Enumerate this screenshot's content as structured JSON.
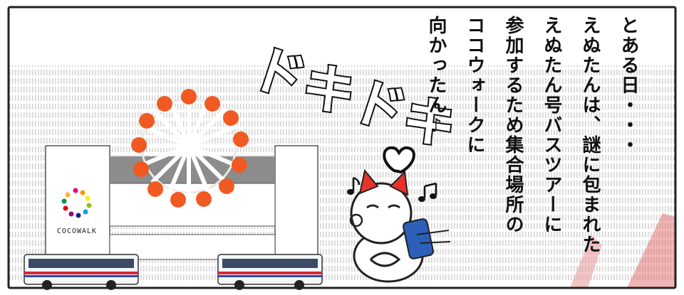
{
  "narration": {
    "lines": [
      "とある日・・・",
      "えぬたんは、謎に包まれた",
      "えぬたん号バスツアーに",
      "参加するため集合場所の",
      "ココウォークに",
      "向かったん♪"
    ]
  },
  "sfx": {
    "text": "ドキドキ"
  },
  "building": {
    "sign_label": "COCOWALK"
  },
  "colors": {
    "ferris_wheel_gondola": "#f05a22",
    "bus_stripe_red": "#d7263d",
    "bus_stripe_blue": "#2b4aa8",
    "cat_ear_red": "#e8332a",
    "cat_bag_blue": "#2c5fb8"
  },
  "icons": [
    "music-note-icon",
    "heart-icon",
    "logo-dots-icon"
  ]
}
